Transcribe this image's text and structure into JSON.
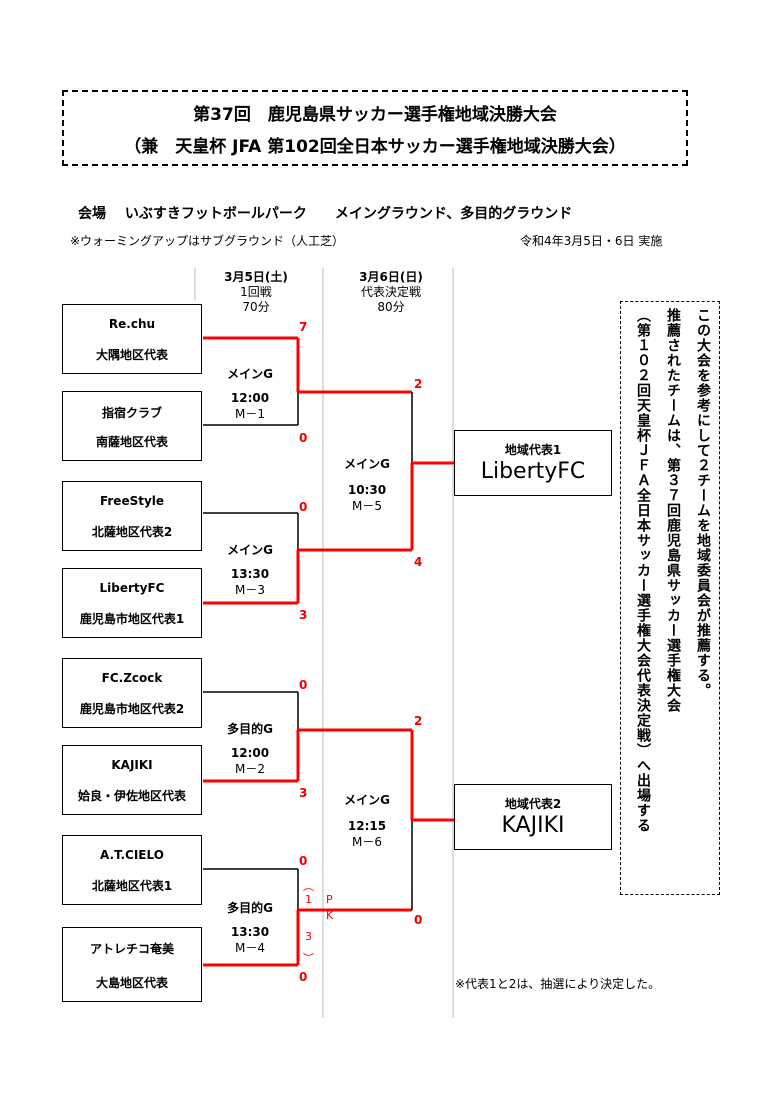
{
  "title": {
    "line1": "第37回　鹿児島県サッカー選手権地域決勝大会",
    "line2": "（兼　天皇杯 JFA 第102回全日本サッカー選手権地域決勝大会）"
  },
  "venue": "会場　 いぶすきフットボールパーク　　メイングラウンド、多目的グラウンド",
  "warmup_note": "※ウォーミングアップはサブグラウンド（人工芝）",
  "dates": "令和4年3月5日・6日 実施",
  "columns": {
    "day1": {
      "date": "3月5日(土)",
      "round": "1回戦",
      "time": "70分"
    },
    "day2": {
      "date": "3月6日(日)",
      "round": "代表決定戦",
      "time": "80分"
    }
  },
  "teams": [
    {
      "name": "Re.chu",
      "region": "大隅地区代表"
    },
    {
      "name": "指宿クラブ",
      "region": "南薩地区代表"
    },
    {
      "name": "FreeStyle",
      "region": "北薩地区代表2"
    },
    {
      "name": "LibertyFC",
      "region": "鹿児島市地区代表1"
    },
    {
      "name": "FC.Zcock",
      "region": "鹿児島市地区代表2"
    },
    {
      "name": "KAJIKI",
      "region": "姶良・伊佐地区代表"
    },
    {
      "name": "A.T.CIELO",
      "region": "北薩地区代表1"
    },
    {
      "name": "アトレチコ奄美",
      "region": "大島地区代表"
    }
  ],
  "matches": [
    {
      "venue": "メインG",
      "time": "12:00",
      "id": "M－1",
      "score_top": "7",
      "score_bottom": "0"
    },
    {
      "venue": "メインG",
      "time": "13:30",
      "id": "M－3",
      "score_top": "0",
      "score_bottom": "3"
    },
    {
      "venue": "多目的G",
      "time": "12:00",
      "id": "M－2",
      "score_top": "0",
      "score_bottom": "3"
    },
    {
      "venue": "多目的G",
      "time": "13:30",
      "id": "M－4",
      "score_top": "0",
      "score_bottom": "0"
    },
    {
      "venue": "メインG",
      "time": "10:30",
      "id": "M－5",
      "score_top": "2",
      "score_bottom": "4"
    },
    {
      "venue": "メインG",
      "time": "12:15",
      "id": "M－6",
      "score_top": "2",
      "score_bottom": "0"
    }
  ],
  "pk": {
    "top_paren": "︵",
    "top": "1",
    "bottom": "3",
    "bottom_paren": "︶",
    "label_p": "P",
    "label_k": "K"
  },
  "results": [
    {
      "label": "地域代表1",
      "winner": "LibertyFC"
    },
    {
      "label": "地域代表2",
      "winner": "KAJIKI"
    }
  ],
  "side_text": {
    "col1": "この大会を参考にして２チームを地域委員会が推薦する。",
    "col2": "推薦されたチームは、第３７回鹿児島県サッカー選手権大会",
    "col3": "（第１０２回天皇杯ＪＦＡ全日本サッカー選手権大会代表決定戦）へ出場する"
  },
  "draw_note": "※代表1と2は、抽選により決定した。",
  "colors": {
    "win_line": "#ff0000",
    "line": "#000000",
    "score": "#e00000"
  }
}
